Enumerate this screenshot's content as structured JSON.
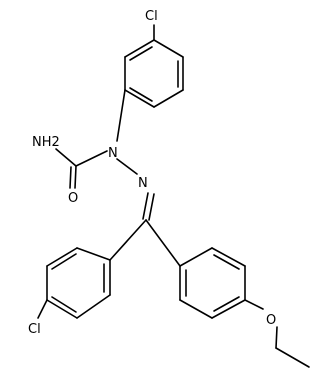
{
  "molecule": {
    "atom_labels": {
      "cl_top": "Cl",
      "nh2": "NH2",
      "o_carbonyl": "O",
      "n_amine": "N",
      "n_imine": "N",
      "cl_bottom": "Cl",
      "o_ether": "O"
    },
    "colors": {
      "bond": "#000000",
      "label": "#000000",
      "background": "#ffffff"
    }
  }
}
